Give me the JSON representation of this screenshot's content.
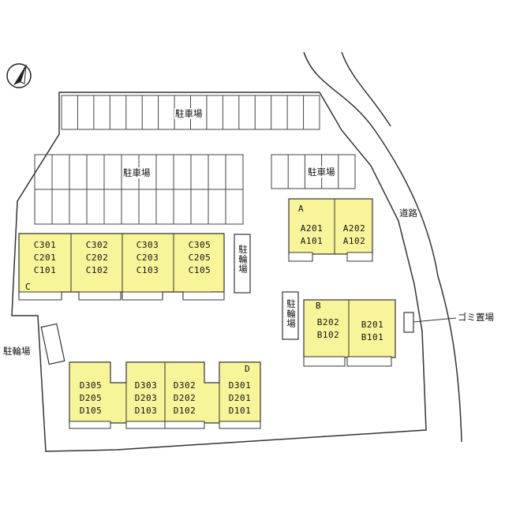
{
  "labels": {
    "parking_top": "駐車場",
    "parking_mid": "駐車場",
    "parking_right": "駐車場",
    "road": "道路",
    "garbage": "ゴミ置場",
    "bike_center": "駐輪場",
    "bike_b": "駐輪場",
    "bike_left": "駐輪場"
  },
  "buildings": {
    "A": {
      "letter": "A",
      "units": [
        {
          "top": "A201",
          "bottom": "A101"
        },
        {
          "top": "A202",
          "bottom": "A102"
        }
      ]
    },
    "B": {
      "letter": "B",
      "units": [
        {
          "top": "B202",
          "bottom": "B102"
        },
        {
          "top": "B201",
          "bottom": "B101"
        }
      ]
    },
    "C": {
      "letter": "C",
      "units": [
        {
          "l1": "C301",
          "l2": "C201",
          "l3": "C101"
        },
        {
          "l1": "C302",
          "l2": "C202",
          "l3": "C102"
        },
        {
          "l1": "C303",
          "l2": "C203",
          "l3": "C103"
        },
        {
          "l1": "C305",
          "l2": "C205",
          "l3": "C105"
        }
      ]
    },
    "D": {
      "letter": "D",
      "units": [
        {
          "l1": "D305",
          "l2": "D205",
          "l3": "D105"
        },
        {
          "l1": "D303",
          "l2": "D203",
          "l3": "D103"
        },
        {
          "l1": "D302",
          "l2": "D202",
          "l3": "D102"
        },
        {
          "l1": "D301",
          "l2": "D201",
          "l3": "D101"
        }
      ]
    }
  },
  "colors": {
    "building_fill": "#f8f49a",
    "line": "#333333"
  }
}
